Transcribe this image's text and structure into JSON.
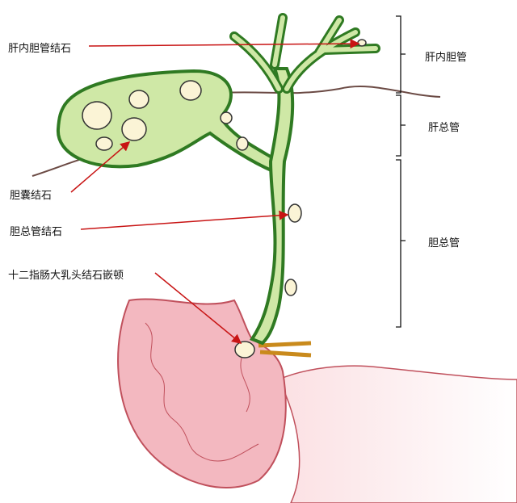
{
  "labels": {
    "intrahepatic_stone": "肝内胆管结石",
    "gallbladder_stone": "胆囊结石",
    "common_bile_duct_stone": "胆总管结石",
    "papilla_impaction": "十二指肠大乳头结石嵌顿",
    "intrahepatic_duct": "肝内胆管",
    "common_hepatic_duct": "肝总管",
    "common_bile_duct": "胆总管"
  },
  "colors": {
    "duct_fill": "#cfe8a6",
    "duct_outline": "#2f7a22",
    "stone": "#fbf4d6",
    "arrow": "#c81414",
    "duodenum": "#f3b8c0",
    "duodenum_outline": "#c0505c",
    "liver_edge": "#6b4a44"
  }
}
